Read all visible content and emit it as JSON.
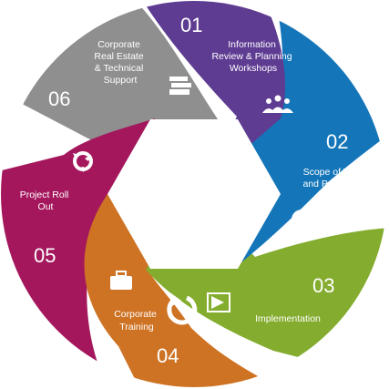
{
  "colors": {
    "purple": "#5e3c92",
    "blue": "#1476b9",
    "green": "#84ad2f",
    "orange": "#ce7324",
    "magenta": "#a4175d",
    "gray": "#8f8f8f",
    "white": "#ffffff"
  },
  "segments": [
    {
      "number": "01",
      "label_lines": [
        "Information",
        "Review & Planning",
        "Workshops"
      ],
      "icon": "people-icon",
      "color_key": "purple"
    },
    {
      "number": "02",
      "label_lines": [
        "Scope of Works",
        "and Project Plan"
      ],
      "icon": "pie-chart-icon",
      "color_key": "blue"
    },
    {
      "number": "03",
      "label_lines": [
        "Implementation"
      ],
      "icon": "play-arrow-icon",
      "color_key": "green"
    },
    {
      "number": "04",
      "label_lines": [
        "Corporate",
        "Training"
      ],
      "icon": "briefcase-icon",
      "color_key": "orange"
    },
    {
      "number": "05",
      "label_lines": [
        "Project Roll",
        "Out"
      ],
      "icon": "cycle-arrows-icon",
      "color_key": "magenta"
    },
    {
      "number": "06",
      "label_lines": [
        "Corporate",
        "Real Estate",
        "& Technical",
        "Support"
      ],
      "icon": "books-icon",
      "color_key": "gray"
    }
  ]
}
